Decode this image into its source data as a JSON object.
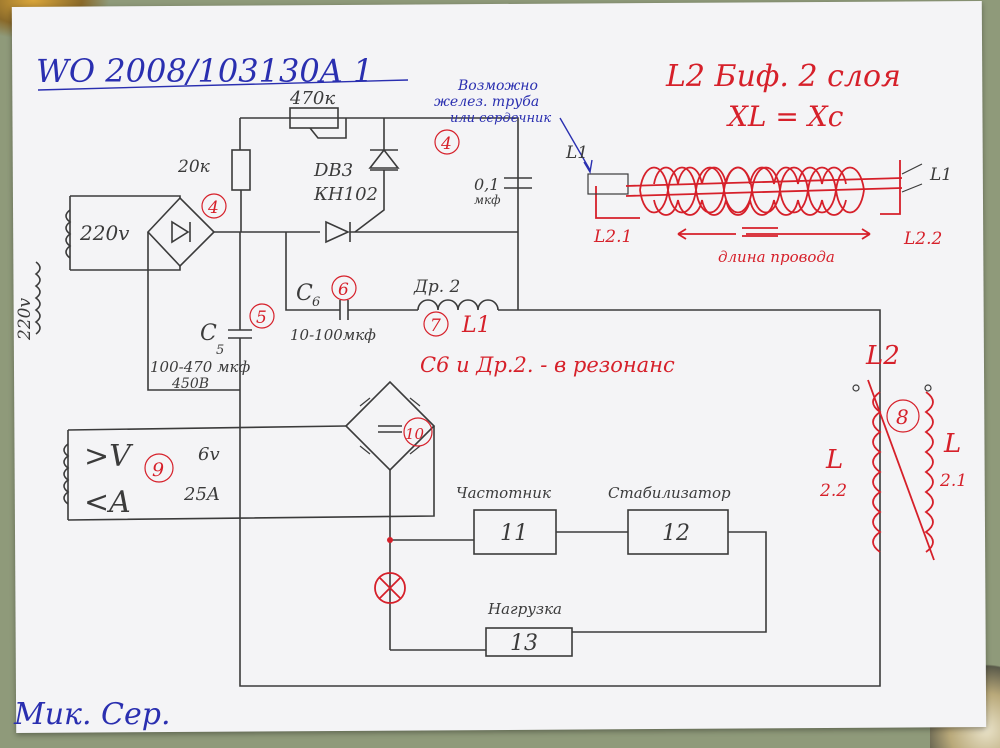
{
  "texts": {
    "patent": "WO 2008/103130A 1",
    "r470": "470к",
    "r20": "20к",
    "dinistor": "DB3",
    "dinistor2": "КН102",
    "note1": "Возможно",
    "note2": "желез. труба",
    "note3": "или сердечник",
    "cap": "0,1",
    "cap_unit": "мкф",
    "v220": "220v",
    "v220side": "220v",
    "c6": "C",
    "c6sub": "6",
    "c6range": "10-100мкф",
    "dr2": "Др. 2",
    "c5": "C",
    "c5sub": "5",
    "c5val": "100-470 мкф",
    "c5volt": "450В",
    "l1": "L1",
    "resonance": "C6 и Др.2. - в резонанс",
    "title_red": "L2 Биф. 2 слоя",
    "formula": "XL = Xc",
    "coil_l1_left": "L1",
    "coil_l1_right": "L1",
    "l21": "L2.1",
    "l22": "L2.2",
    "wire_len": "длина провода",
    "l2_big": "L2",
    "l_big": "L",
    "l21_right": "2.1",
    "l22_left": "2.2",
    "tr_v": ">V",
    "tr_a": "<A",
    "tr_6v": "6v",
    "tr_25a": "25A",
    "freq": "Частотник",
    "stab": "Стабилизатор",
    "box11": "11",
    "box12": "12",
    "load": "Нагрузка",
    "box13": "13",
    "author": "Мик. Сер.",
    "n4a": "4",
    "n4b": "4",
    "n5": "5",
    "n6": "6",
    "n7": "7",
    "n8": "8",
    "n9": "9",
    "n10": "10"
  },
  "colors": {
    "ink": "#3b3b3b",
    "blue": "#2a2fb0",
    "red": "#d6202a",
    "paper": "#f4f4f6"
  }
}
